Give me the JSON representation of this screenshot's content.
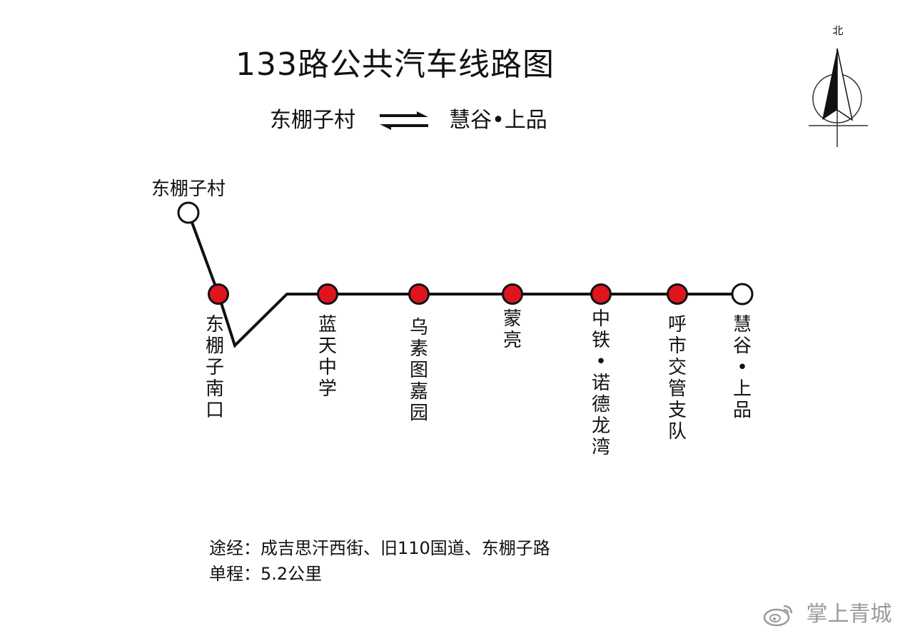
{
  "title": "133路公共汽车线路图",
  "route": {
    "from": "东棚子村",
    "to": "慧谷•上品"
  },
  "compass": {
    "north_label": "北"
  },
  "stops": [
    {
      "name": "东棚子村",
      "terminal": true
    },
    {
      "name": "东棚子南口",
      "terminal": false
    },
    {
      "name": "蓝天中学",
      "terminal": false
    },
    {
      "name": "乌素图嘉园",
      "terminal": false
    },
    {
      "name": "蒙亮",
      "terminal": false
    },
    {
      "name": "中铁•诺德龙湾",
      "terminal": false
    },
    {
      "name": "呼市交管支队",
      "terminal": false
    },
    {
      "name": "慧谷•上品",
      "terminal": true
    }
  ],
  "info": {
    "via": "途经：成吉思汗西街、旧110国道、东棚子路",
    "distance": "单程：5.2公里"
  },
  "watermark": {
    "text": "掌上青城",
    "logo_icon": "weibo-icon"
  },
  "colors": {
    "line": "#111111",
    "stop_fill": "#e0141c",
    "terminal_fill": "#ffffff",
    "watermark": "#9a9a9a"
  }
}
